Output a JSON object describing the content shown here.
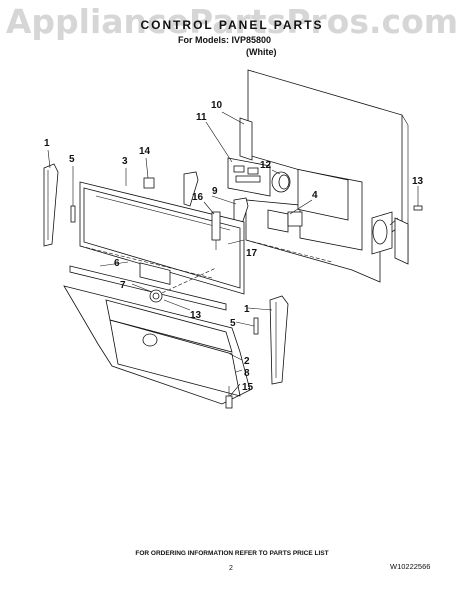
{
  "watermark": "AppliancePartsPros.com",
  "header": {
    "title": "CONTROL PANEL PARTS",
    "models_line": "For Models: IVP85800",
    "variant": "(White)"
  },
  "callouts": [
    {
      "id": "c1a",
      "label": "1"
    },
    {
      "id": "c5a",
      "label": "5"
    },
    {
      "id": "c3",
      "label": "3"
    },
    {
      "id": "c14",
      "label": "14"
    },
    {
      "id": "c11",
      "label": "11"
    },
    {
      "id": "c10",
      "label": "10"
    },
    {
      "id": "c12",
      "label": "12"
    },
    {
      "id": "c9",
      "label": "9"
    },
    {
      "id": "c16",
      "label": "16"
    },
    {
      "id": "c4",
      "label": "4"
    },
    {
      "id": "c13a",
      "label": "13"
    },
    {
      "id": "c6",
      "label": "6"
    },
    {
      "id": "c17",
      "label": "17"
    },
    {
      "id": "c7",
      "label": "7"
    },
    {
      "id": "c13b",
      "label": "13"
    },
    {
      "id": "c1b",
      "label": "1"
    },
    {
      "id": "c5b",
      "label": "5"
    },
    {
      "id": "c2",
      "label": "2"
    },
    {
      "id": "c8",
      "label": "8"
    },
    {
      "id": "c15",
      "label": "15"
    }
  ],
  "footer": {
    "ordering_note": "FOR ORDERING INFORMATION REFER TO PARTS PRICE LIST",
    "page_number": "2",
    "document_number": "W10222566"
  }
}
